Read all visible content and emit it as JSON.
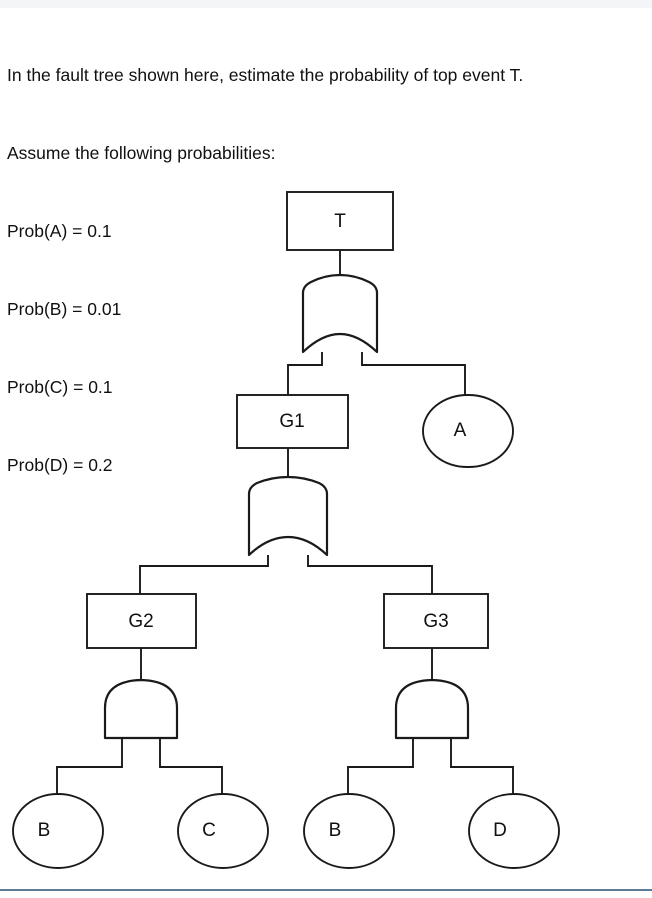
{
  "question": {
    "lines": [
      "In the fault tree shown here, estimate the probability of top event T.",
      "Assume the following probabilities:",
      "Prob(A) = 0.1",
      "Prob(B) = 0.01",
      "Prob(C) = 0.1",
      "Prob(D) = 0.2"
    ]
  },
  "colors": {
    "stroke": "#1a1a1a",
    "text": "#101010",
    "rule": "#5b7c99",
    "background": "#ffffff"
  },
  "tree": {
    "top_event": {
      "label": "T",
      "shape": "rectangle"
    },
    "gates": [
      {
        "id": "gate-top",
        "type": "OR",
        "label": "",
        "output_to": "T",
        "inputs": [
          "G1",
          "A"
        ]
      },
      {
        "id": "gate-g1",
        "type": "OR",
        "label": "",
        "output_to": "G1",
        "inputs": [
          "G2",
          "G3"
        ]
      },
      {
        "id": "gate-g2",
        "type": "AND",
        "label": "",
        "output_to": "G2",
        "inputs": [
          "B",
          "C"
        ]
      },
      {
        "id": "gate-g3",
        "type": "AND",
        "label": "",
        "output_to": "G3",
        "inputs": [
          "B",
          "D"
        ]
      }
    ],
    "intermediate_events": [
      {
        "id": "G1",
        "label": "G1",
        "shape": "rectangle"
      },
      {
        "id": "G2",
        "label": "G2",
        "shape": "rectangle"
      },
      {
        "id": "G3",
        "label": "G3",
        "shape": "rectangle"
      }
    ],
    "basic_events": [
      {
        "id": "A",
        "label": "A",
        "shape": "ellipse"
      },
      {
        "id": "B1",
        "label": "B",
        "shape": "ellipse"
      },
      {
        "id": "C",
        "label": "C",
        "shape": "ellipse"
      },
      {
        "id": "B2",
        "label": "B",
        "shape": "ellipse"
      },
      {
        "id": "D",
        "label": "D",
        "shape": "ellipse"
      }
    ]
  }
}
